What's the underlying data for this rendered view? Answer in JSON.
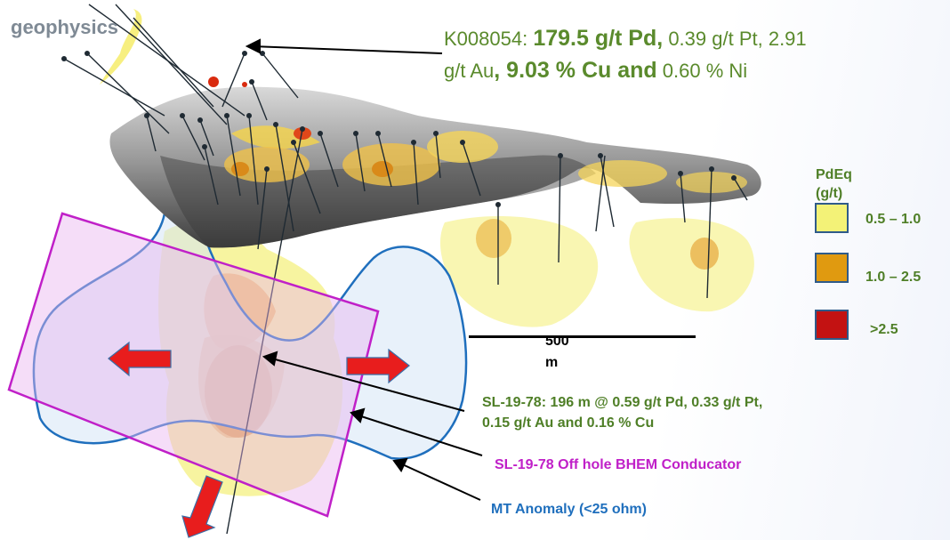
{
  "title": "geophysics",
  "highlight": {
    "line1_a": "K008054: ",
    "line1_b": "179.5 g/t Pd,",
    "line1_c": " 0.39 g/t Pt, 2.91",
    "line2_a": "g/t Au",
    "line2_b": ", 9.03 % Cu and",
    "line2_c": " 0.60 % Ni"
  },
  "legend": {
    "title": "PdEq (g/t)",
    "items": [
      {
        "label": "0.5 – 1.0",
        "color": "#f3f277"
      },
      {
        "label": "1.0 – 2.5",
        "color": "#e09a10"
      },
      {
        "label": ">2.5",
        "color": "#c31212"
      }
    ]
  },
  "scale": {
    "label": "500 m"
  },
  "intercept": {
    "line1": "SL-19-78: 196 m @ 0.59 g/t Pd, 0.33 g/t Pt,",
    "line2": "0.15 g/t Au and 0.16 % Cu"
  },
  "bhem_label": "SL-19-78 Off hole BHEM Conducator",
  "mt_label": "MT Anomaly (<25 ohm)",
  "colors": {
    "bhem": "#c020c8",
    "mt": "#1f6fbd",
    "text_green": "#4f7f27",
    "arrow": "#e81d1d"
  }
}
